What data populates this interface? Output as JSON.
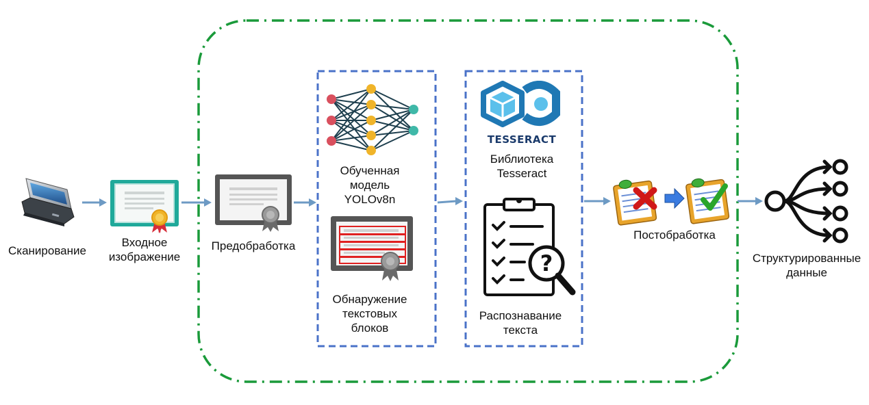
{
  "steps": {
    "scan": "Сканирование",
    "input": [
      "Входное",
      "изображение"
    ],
    "preprocess": "Предобработка",
    "model": [
      "Обученная",
      "модель",
      "YOLOv8n"
    ],
    "detect": [
      "Обнаружение",
      "текстовых",
      "блоков"
    ],
    "library": [
      "Библиотека",
      "Tesseract"
    ],
    "tesseract_logo": "TESSERACT",
    "recognize": [
      "Распознавание",
      "текста"
    ],
    "postprocess": "Постобработка",
    "structured": [
      "Структурированные",
      "данные"
    ]
  },
  "icons": [
    "scanner-icon",
    "certificate-teal-icon",
    "certificate-gray-icon",
    "neural-network-icon",
    "detected-blocks-icon",
    "tesseract-logo-icon",
    "clipboard-search-icon",
    "postprocess-checklist-icon",
    "structured-data-icon"
  ],
  "colors": {
    "arrow": "#6d9ac4",
    "outer_border": "#1a9a3a",
    "inner_border": "#4a72c8",
    "teal": "#1fa99a",
    "gray": "#5a5a5a",
    "tesseract_blue": "#1f78b4",
    "nn_red": "#d9505e",
    "nn_yellow": "#f0b429",
    "nn_teal": "#3fb8a8"
  }
}
